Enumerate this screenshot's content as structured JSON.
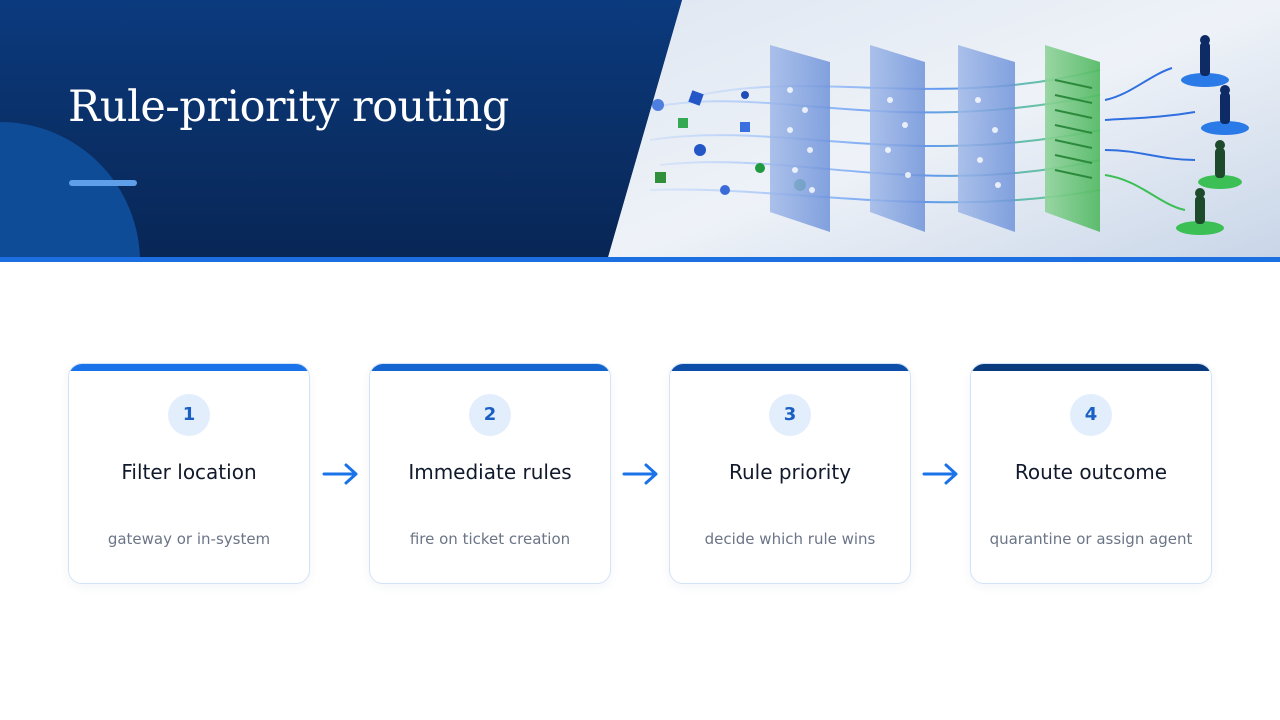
{
  "slide": {
    "title": "Rule-priority routing"
  },
  "colors": {
    "header_dark": "#0a2f66",
    "accent_blue": "#1b6fe0",
    "badge_bg": "#e3eefc",
    "badge_text": "#1a5fc4",
    "arrow": "#1a73e8",
    "card_topbars": [
      "#1a73e8",
      "#1565d0",
      "#0d4ea8",
      "#0a3a7e"
    ]
  },
  "hero": {
    "icon": "filtering-layers-illustration"
  },
  "steps": [
    {
      "number": "1",
      "title": "Filter location",
      "subtitle": "gateway or in-system"
    },
    {
      "number": "2",
      "title": "Immediate rules",
      "subtitle": "fire on ticket creation"
    },
    {
      "number": "3",
      "title": "Rule priority",
      "subtitle": "decide which rule wins"
    },
    {
      "number": "4",
      "title": "Route outcome",
      "subtitle": "quarantine or assign agent"
    }
  ],
  "connector_icon": "arrow-right-icon"
}
